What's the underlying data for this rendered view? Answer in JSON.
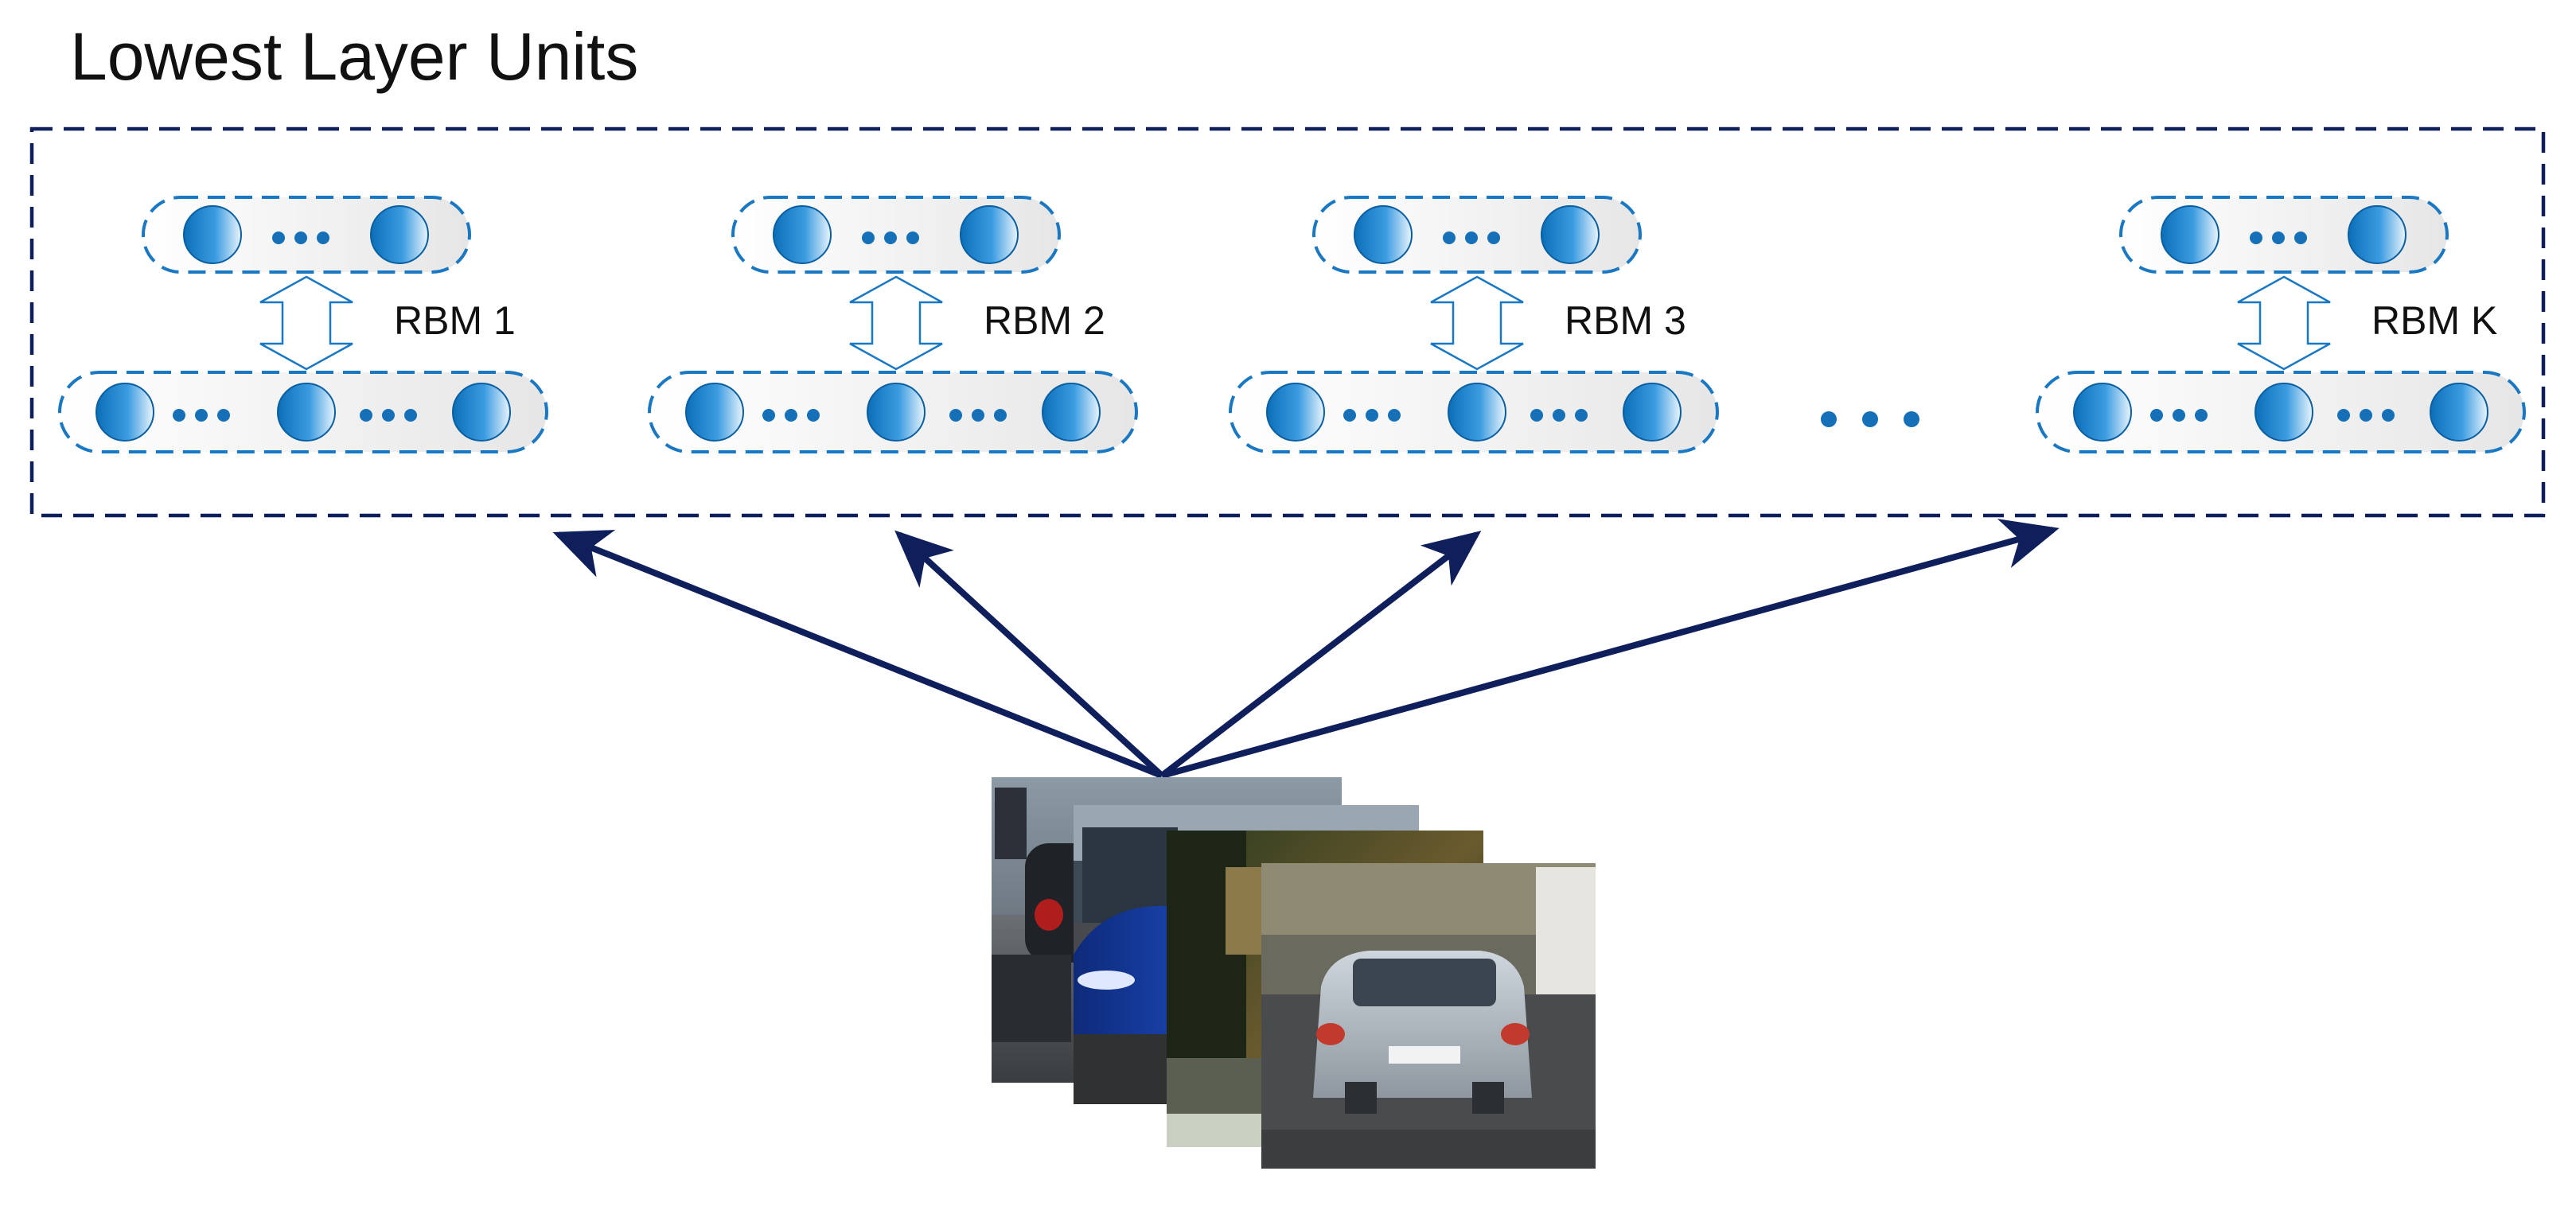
{
  "title": "Lowest Layer Units",
  "colors": {
    "frame": "#0f1f5c",
    "arrow": "#0f1f5c",
    "unit_dark": "#0b6fb8",
    "unit_light": "#e6f2fb",
    "capsule_border": "#1a78c2",
    "capsule_fill": "#eeeeee",
    "dots": "#1670b8"
  },
  "rbms": [
    {
      "label": "RBM 1"
    },
    {
      "label": "RBM 2"
    },
    {
      "label": "RBM 3"
    },
    {
      "label": "RBM K"
    }
  ],
  "ellipsis_between_rbms": true,
  "input": {
    "description_icon": "stacked-car-image-patches-icon",
    "patch_count": 4
  },
  "arrow_count": 4
}
